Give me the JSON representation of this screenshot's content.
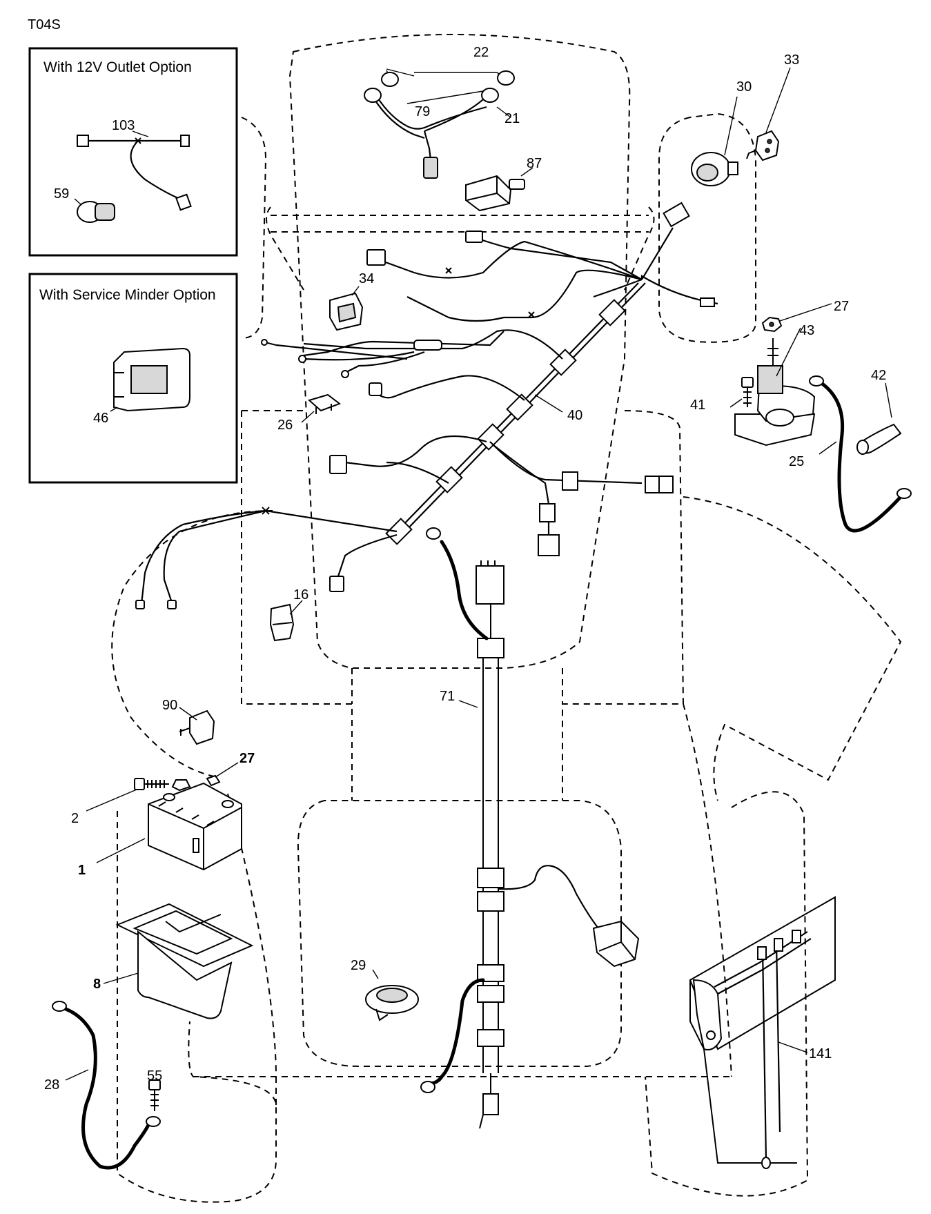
{
  "diagram_id": "T04S",
  "insets": {
    "outlet": {
      "title": "With 12V Outlet Option"
    },
    "service": {
      "title": "With Service Minder Option"
    }
  },
  "callouts": {
    "c1": "1",
    "c2": "2",
    "c8": "8",
    "c16": "16",
    "c21": "21",
    "c22": "22",
    "c25": "25",
    "c26": "26",
    "c27a": "27",
    "c27b": "27",
    "c28": "28",
    "c29": "29",
    "c30": "30",
    "c33": "33",
    "c34": "34",
    "c40": "40",
    "c41": "41",
    "c42": "42",
    "c43": "43",
    "c46": "46",
    "c55": "55",
    "c59": "59",
    "c71": "71",
    "c79": "79",
    "c87": "87",
    "c90": "90",
    "c103": "103",
    "c141": "141"
  }
}
